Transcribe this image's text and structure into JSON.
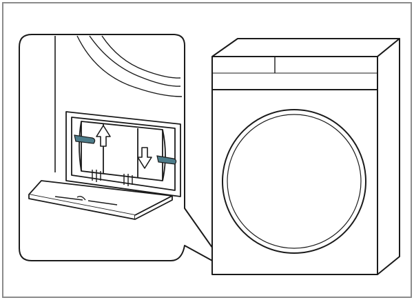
{
  "figure": {
    "kind": "appliance-instruction-illustration",
    "frame_color": "#8a8a8a",
    "line_color": "#1a1a1a",
    "accent_color": "#4d7c8a",
    "background": "#ffffff"
  },
  "callout": {
    "arrows": [
      {
        "direction": "up",
        "icon": "arrow-up-icon"
      },
      {
        "direction": "down",
        "icon": "arrow-down-icon"
      }
    ],
    "levers": [
      {
        "side": "left",
        "icon": "lever-icon"
      },
      {
        "side": "right",
        "icon": "lever-icon"
      }
    ]
  },
  "machine": {
    "icon": "tumble-dryer-icon"
  }
}
